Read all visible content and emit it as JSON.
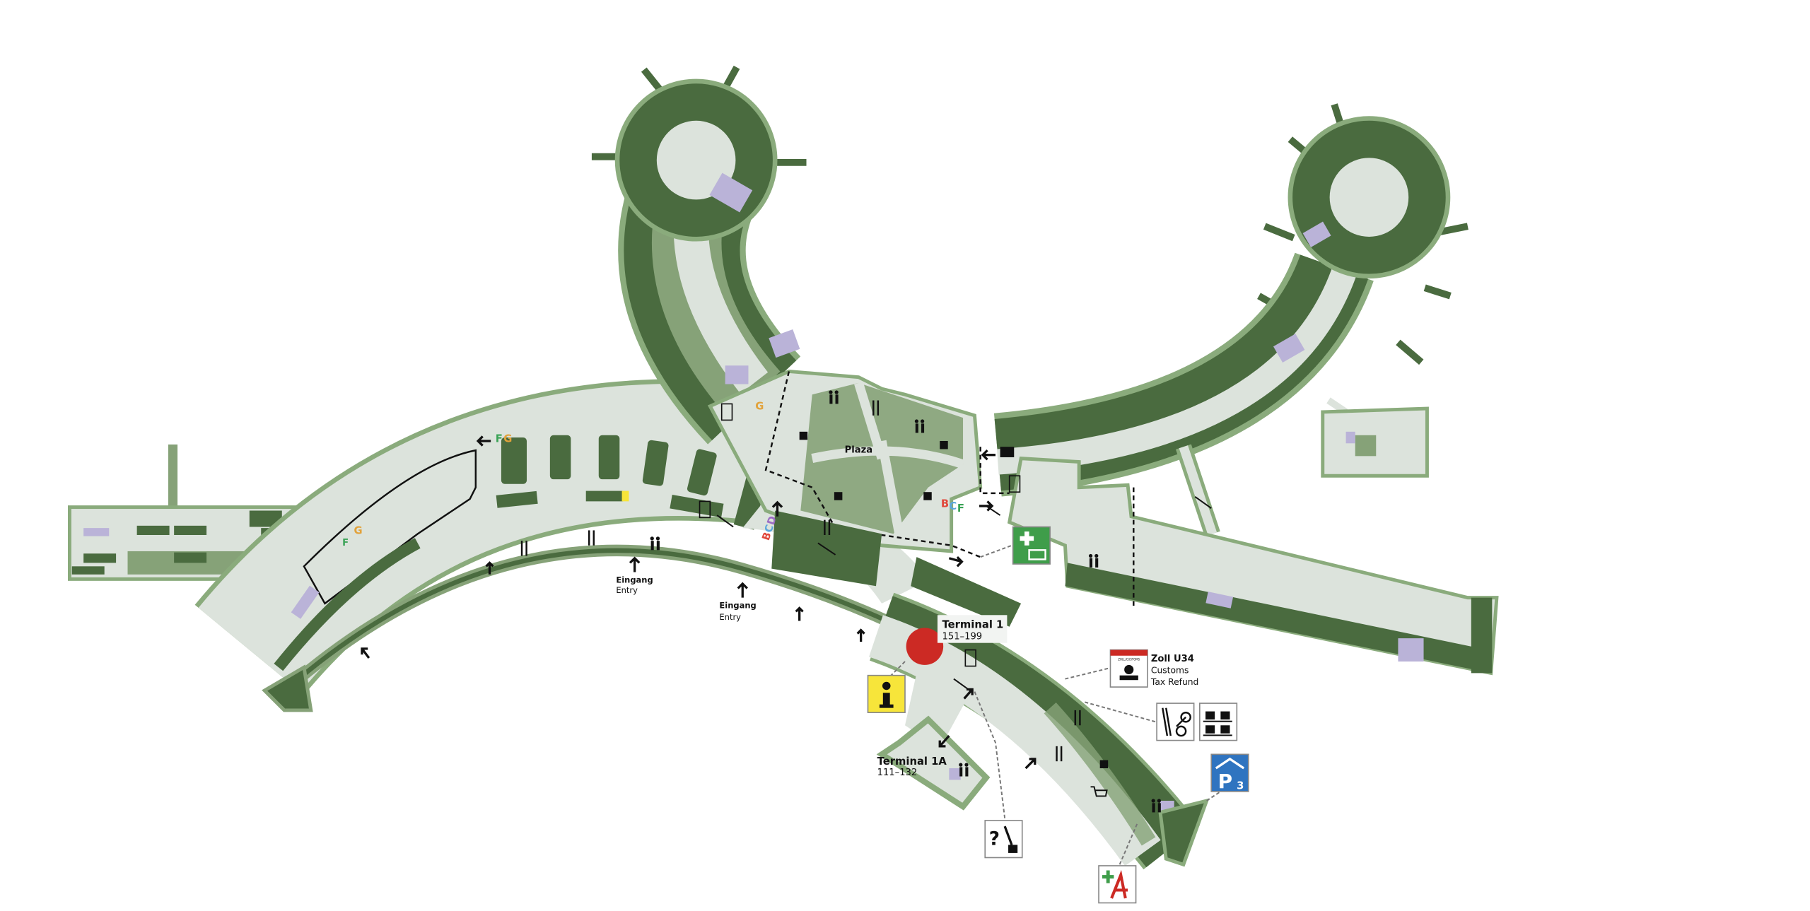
{
  "map": {
    "colors": {
      "building_dark": "#4a6b3f",
      "area_mid": "#86a278",
      "floor_light": "#dce3dc",
      "outline": "#8aab7c",
      "restroom_purple": "#bab3d8",
      "you_are_here": "#cc2a24",
      "info_yellow": "#f7e53a",
      "first_aid_green": "#3f9d4a",
      "parking_blue": "#2f74c0"
    },
    "labels": {
      "plaza": "Plaza",
      "terminal1_title": "Terminal 1",
      "terminal1_gates": "151–199",
      "terminal1a_title": "Terminal 1A",
      "terminal1a_gates": "111–132",
      "entry1_de": "Eingang",
      "entry1_en": "Entry",
      "entry2_de": "Eingang",
      "entry2_en": "Entry",
      "customs_title": "Zoll U34",
      "customs_line1": "Customs",
      "customs_line2": "Tax Refund",
      "customs_sign_header": "ZOLL/CUSTOMS",
      "parking": "P",
      "parking_number": "3"
    },
    "pier_letters": {
      "fg_f": "F",
      "fg_g": "G",
      "g_left": "G",
      "f_left": "F",
      "g_north": "G",
      "bcd_b": "B",
      "bcd_c": "C",
      "bcd_d": "D",
      "bcf_b": "B",
      "bcf_c": "C",
      "bcf_f": "F"
    },
    "pier_letter_colors": {
      "B": "#e0483c",
      "C": "#5aa6dc",
      "D": "#9b6cc4",
      "F": "#3aa356",
      "G": "#e2a23a"
    },
    "signs": [
      {
        "icon": "information-icon"
      },
      {
        "icon": "first-aid-icon"
      },
      {
        "icon": "customs-stamp-icon"
      },
      {
        "icon": "ski-bike-bulky-baggage-icon"
      },
      {
        "icon": "baggage-lockers-icon"
      },
      {
        "icon": "parking-icon"
      },
      {
        "icon": "pharmacy-icon"
      },
      {
        "icon": "lost-and-found-icon"
      }
    ]
  }
}
